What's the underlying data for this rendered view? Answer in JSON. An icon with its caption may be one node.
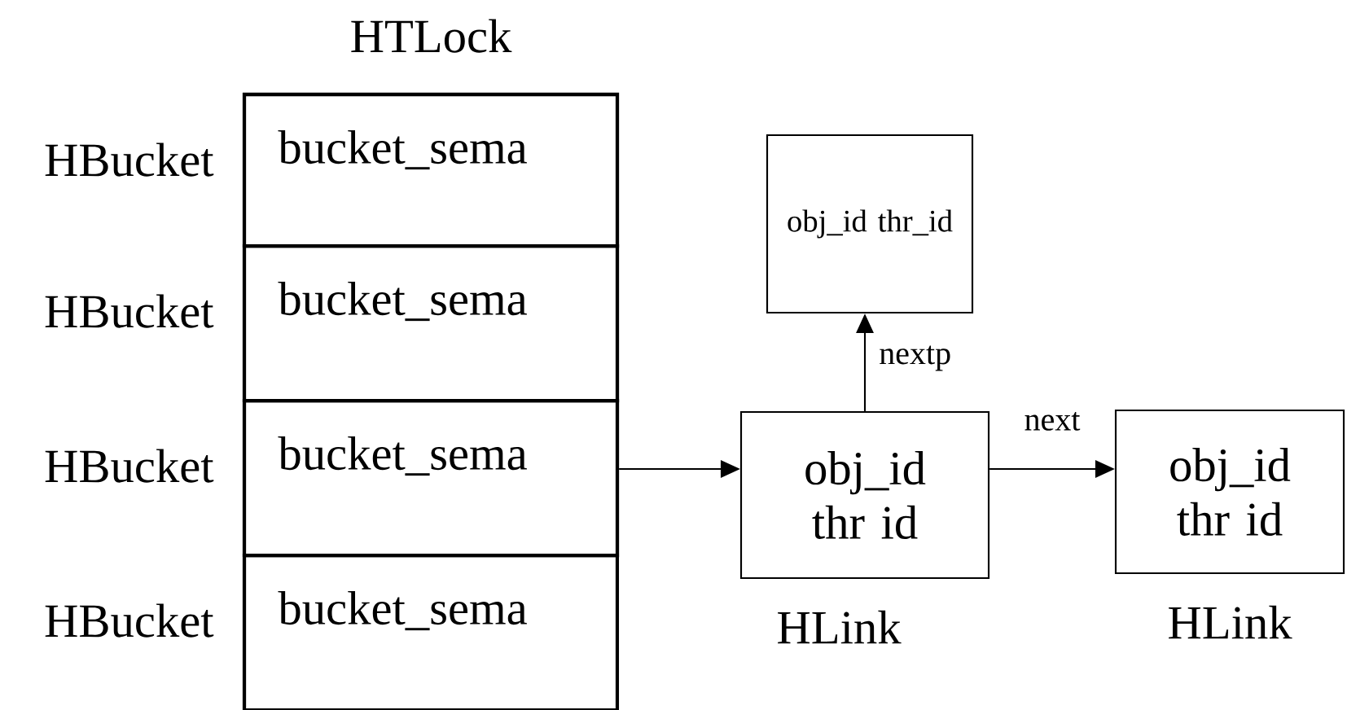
{
  "diagram": {
    "nodes": [
      {
        "text": [
          "HTLock"
        ]
      },
      {
        "text": [
          "bucket_sema"
        ],
        "beside": [
          "HBucket"
        ],
        "in": 0
      },
      {
        "text": [
          "bucket_sema"
        ],
        "beside": [
          "HBucket"
        ],
        "in": 0
      },
      {
        "text": [
          "bucket_sema"
        ],
        "beside": [
          "HBucket"
        ],
        "in": 0
      },
      {
        "text": [
          "bucket_sema"
        ],
        "beside": [
          "HBucket"
        ],
        "in": 0
      },
      {
        "text": [
          "obj_id thr id"
        ],
        "beside": [
          "HLink"
        ]
      },
      {
        "text": [
          "obj_id thr_id"
        ]
      },
      {
        "text": [
          "obj_id thr id"
        ],
        "beside": [
          "HLink"
        ]
      }
    ],
    "edges": [
      {
        "from": 3,
        "to": 5,
        "arrow": "to"
      },
      {
        "from": 5,
        "to": 6,
        "arrow": "to",
        "label": "nextp"
      },
      {
        "from": 5,
        "to": 7,
        "arrow": "to",
        "label": "next"
      }
    ]
  }
}
